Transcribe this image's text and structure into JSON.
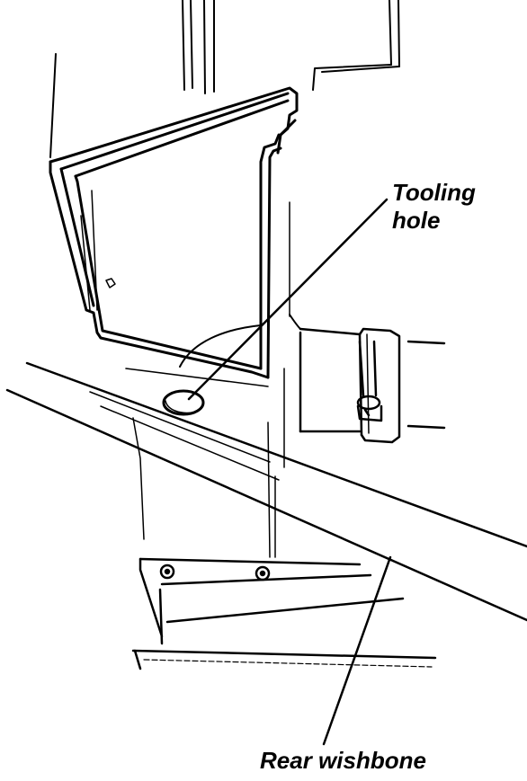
{
  "labels": {
    "tooling_hole_line1": "Tooling",
    "tooling_hole_line2": "hole",
    "rear_wishbone": "Rear wishbone"
  },
  "colors": {
    "ink": "#000000",
    "paper": "#ffffff"
  }
}
